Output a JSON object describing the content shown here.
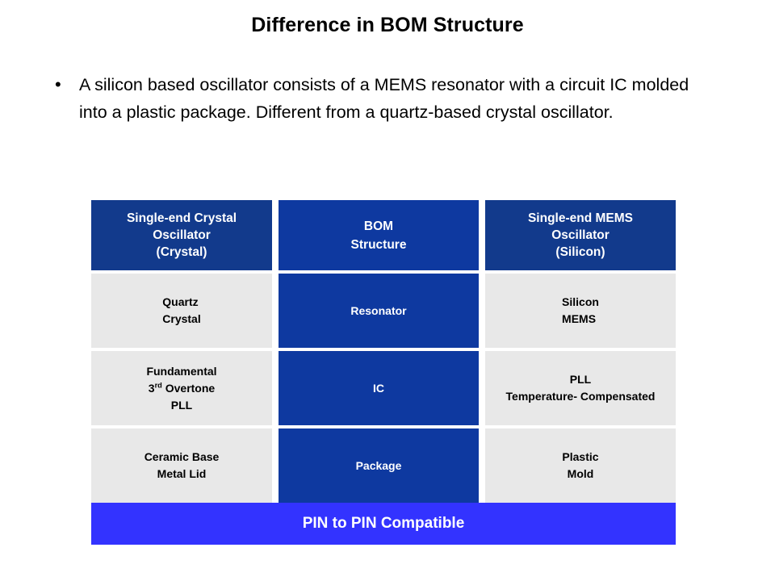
{
  "slide": {
    "title": "Difference in BOM Structure",
    "bullet_marker": "•",
    "bullet_text": "A silicon based oscillator consists of a MEMS resonator with a circuit IC molded into a plastic package. Different from a quartz-based crystal oscillator."
  },
  "colors": {
    "header_blue": "#123A8C",
    "middle_blue": "#0E39A0",
    "data_gray": "#E8E8E8",
    "footer_blue": "#3333FF",
    "text_dark": "#000000",
    "text_light": "#FFFFFF"
  },
  "table": {
    "headers": {
      "left": {
        "line1": "Single-end Crystal",
        "line2": "Oscillator",
        "line3": "(Crystal)"
      },
      "middle": {
        "line1": "BOM",
        "line2": "Structure"
      },
      "right": {
        "line1": "Single-end MEMS",
        "line2": "Oscillator",
        "line3": "(Silicon)"
      }
    },
    "rows": [
      {
        "left": {
          "line1": "Quartz",
          "line2": "Crystal",
          "line3": ""
        },
        "middle": "Resonator",
        "right": {
          "line1": "Silicon",
          "line2": "MEMS",
          "line3": ""
        }
      },
      {
        "left": {
          "line1": "Fundamental",
          "line2_prefix": "3",
          "line2_sup": "rd",
          "line2_suffix": " Overtone",
          "line3": "PLL"
        },
        "middle": "IC",
        "right": {
          "line1": "PLL",
          "line2": "Temperature- Compensated",
          "line3": ""
        }
      },
      {
        "left": {
          "line1": "Ceramic Base",
          "line2": "Metal Lid",
          "line3": ""
        },
        "middle": "Package",
        "right": {
          "line1": "Plastic",
          "line2": "Mold",
          "line3": ""
        }
      }
    ]
  },
  "footer": {
    "label": "PIN to PIN Compatible"
  }
}
